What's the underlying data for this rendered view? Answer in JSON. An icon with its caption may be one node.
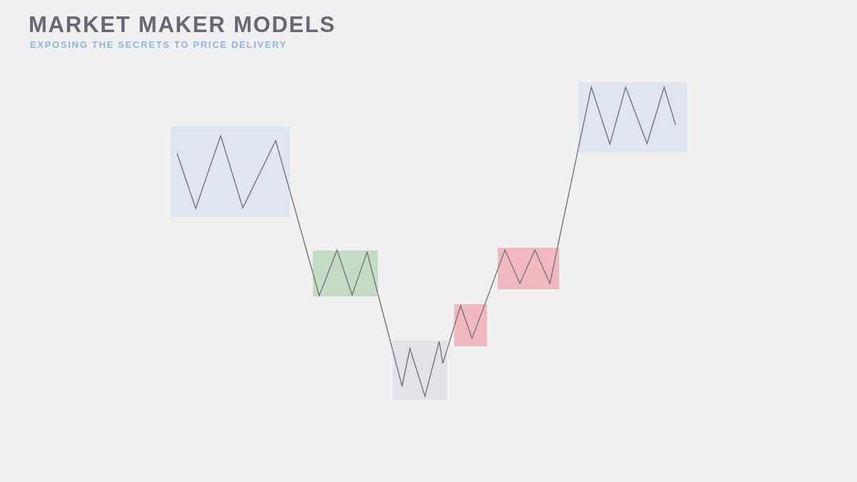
{
  "diagram": {
    "title": "MARKET MAKER MODELS",
    "nodes": [
      {
        "text": [],
        "shape": "box"
      },
      {
        "text": [],
        "shape": "box"
      },
      {
        "text": [],
        "shape": "box"
      },
      {
        "text": [],
        "shape": "box"
      },
      {
        "text": [],
        "shape": "box"
      },
      {
        "text": [],
        "shape": "box"
      }
    ],
    "edges": [
      {
        "from": 0,
        "to": 1,
        "arrow": "none"
      },
      {
        "from": 1,
        "to": 2,
        "arrow": "none"
      },
      {
        "from": 2,
        "to": 3,
        "arrow": "none"
      },
      {
        "from": 3,
        "to": 4,
        "arrow": "none"
      },
      {
        "from": 4,
        "to": 5,
        "arrow": "none"
      }
    ],
    "labels": [
      "EXPOSING THE SECRETS TO PRICE DELIVERY"
    ]
  }
}
